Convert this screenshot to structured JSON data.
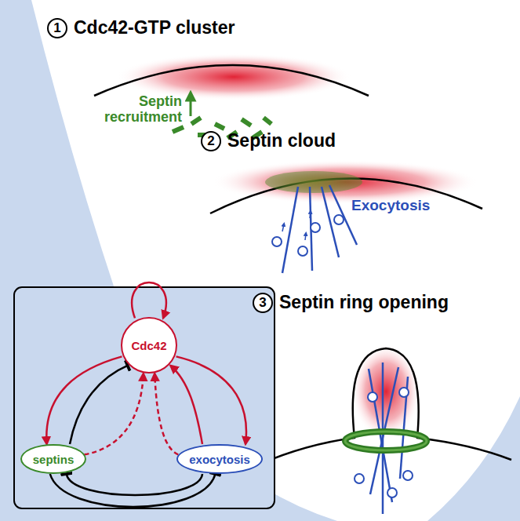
{
  "diagram": {
    "nodes": [
      {
        "text": [
          "1",
          "Cdc42-GTP cluster"
        ]
      },
      {
        "text": [
          "2",
          "Septin cloud"
        ]
      },
      {
        "text": [
          "3",
          "Septin ring opening"
        ]
      },
      {
        "text": [
          "Cdc42"
        ]
      },
      {
        "text": [
          "septins"
        ]
      },
      {
        "text": [
          "exocytosis"
        ]
      }
    ],
    "edges": [
      {
        "from": 3,
        "to": 3,
        "arrow": "to"
      },
      {
        "from": 3,
        "to": 4,
        "arrow": "to"
      },
      {
        "from": 4,
        "to": 3,
        "arrow": "to"
      },
      {
        "from": 3,
        "to": 5,
        "arrow": "to"
      },
      {
        "from": 5,
        "to": 3,
        "arrow": "to"
      },
      {
        "from": 4,
        "to": 3,
        "arrow": "to"
      },
      {
        "from": 5,
        "to": 3,
        "arrow": "to"
      },
      {
        "from": 4,
        "to": 5,
        "arrow": "to"
      },
      {
        "from": 5,
        "to": 4,
        "arrow": "to"
      }
    ],
    "labels": [
      "Septin recruitment",
      "Exocytosis"
    ]
  }
}
